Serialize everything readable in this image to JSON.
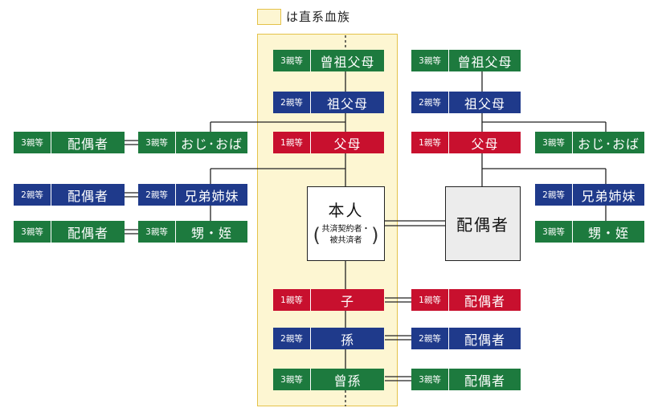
{
  "legend": {
    "label": "は直系血族",
    "color": "#fdf6d2"
  },
  "colors": {
    "green": "#1d7a3e",
    "blue": "#1f3a8b",
    "red": "#c8102e",
    "spouse_fill": "#ececec"
  },
  "self": {
    "label": "本人",
    "note_line1": "共済契約者・",
    "note_line2": "被共済者"
  },
  "spouse_main": {
    "label": "配偶者"
  },
  "lineal": {
    "great_grandparents": {
      "degree": "3親等",
      "label": "曾祖父母"
    },
    "grandparents": {
      "degree": "2親等",
      "label": "祖父母"
    },
    "parents": {
      "degree": "1親等",
      "label": "父母"
    },
    "child": {
      "degree": "1親等",
      "label": "子"
    },
    "grandchild": {
      "degree": "2親等",
      "label": "孫"
    },
    "great_grandchild": {
      "degree": "3親等",
      "label": "曾孫"
    }
  },
  "self_side": {
    "uncle_aunt": {
      "degree": "3親等",
      "label": "おじ･おば"
    },
    "uncle_aunt_spouse": {
      "degree": "3親等",
      "label": "配偶者"
    },
    "siblings": {
      "degree": "2親等",
      "label": "兄弟姉妹"
    },
    "siblings_spouse": {
      "degree": "2親等",
      "label": "配偶者"
    },
    "nephew_niece": {
      "degree": "3親等",
      "label": "甥・姪"
    },
    "nephew_niece_spouse": {
      "degree": "3親等",
      "label": "配偶者"
    }
  },
  "descendant_spouses": {
    "child_spouse": {
      "degree": "1親等",
      "label": "配偶者"
    },
    "grandchild_spouse": {
      "degree": "2親等",
      "label": "配偶者"
    },
    "great_grandchild_spouse": {
      "degree": "3親等",
      "label": "配偶者"
    }
  },
  "spouse_side": {
    "great_grandparents": {
      "degree": "3親等",
      "label": "曾祖父母"
    },
    "grandparents": {
      "degree": "2親等",
      "label": "祖父母"
    },
    "parents": {
      "degree": "1親等",
      "label": "父母"
    },
    "uncle_aunt": {
      "degree": "3親等",
      "label": "おじ･おば"
    },
    "siblings": {
      "degree": "2親等",
      "label": "兄弟姉妹"
    },
    "nephew_niece": {
      "degree": "3親等",
      "label": "甥・姪"
    }
  }
}
